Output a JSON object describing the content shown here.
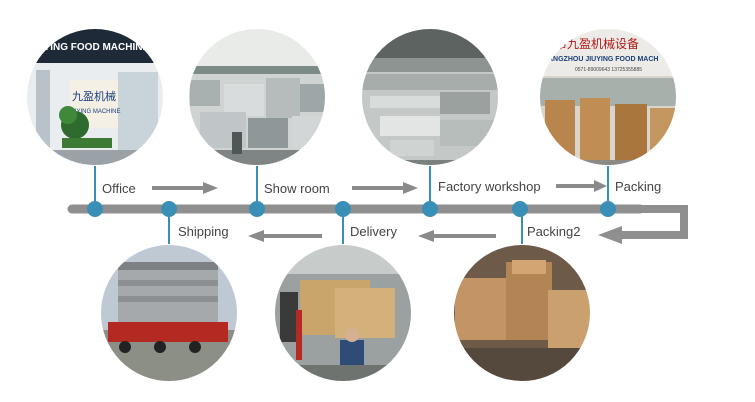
{
  "colors": {
    "timeline": "#8f8f8f",
    "node": "#3a8fb7",
    "connector": "#3a8fb7",
    "arrow": "#8a8a8a",
    "label": "#444444"
  },
  "stages": [
    {
      "id": "office",
      "label": "Office",
      "photo": "office-photo",
      "sign_line1": "JIUYING FOOD MACHINERY EQU",
      "wall_text_1": "九盈机械",
      "wall_text_2": "JIUYING MACHINE"
    },
    {
      "id": "showroom",
      "label": "Show room",
      "photo": "showroom-photo"
    },
    {
      "id": "workshop",
      "label": "Factory workshop",
      "photo": "workshop-photo"
    },
    {
      "id": "packing",
      "label": "Packing",
      "photo": "packing-photo",
      "sign_line1": "市九盈机械设备",
      "sign_line2": "ANGZHOU JIUYING FOOD MACH",
      "sign_line3": "0571-89009643  13725355885"
    },
    {
      "id": "packing2",
      "label": "Packing2",
      "photo": "packing2-photo"
    },
    {
      "id": "delivery",
      "label": "Delivery",
      "photo": "delivery-photo"
    },
    {
      "id": "shipping",
      "label": "Shipping",
      "photo": "shipping-photo"
    }
  ]
}
